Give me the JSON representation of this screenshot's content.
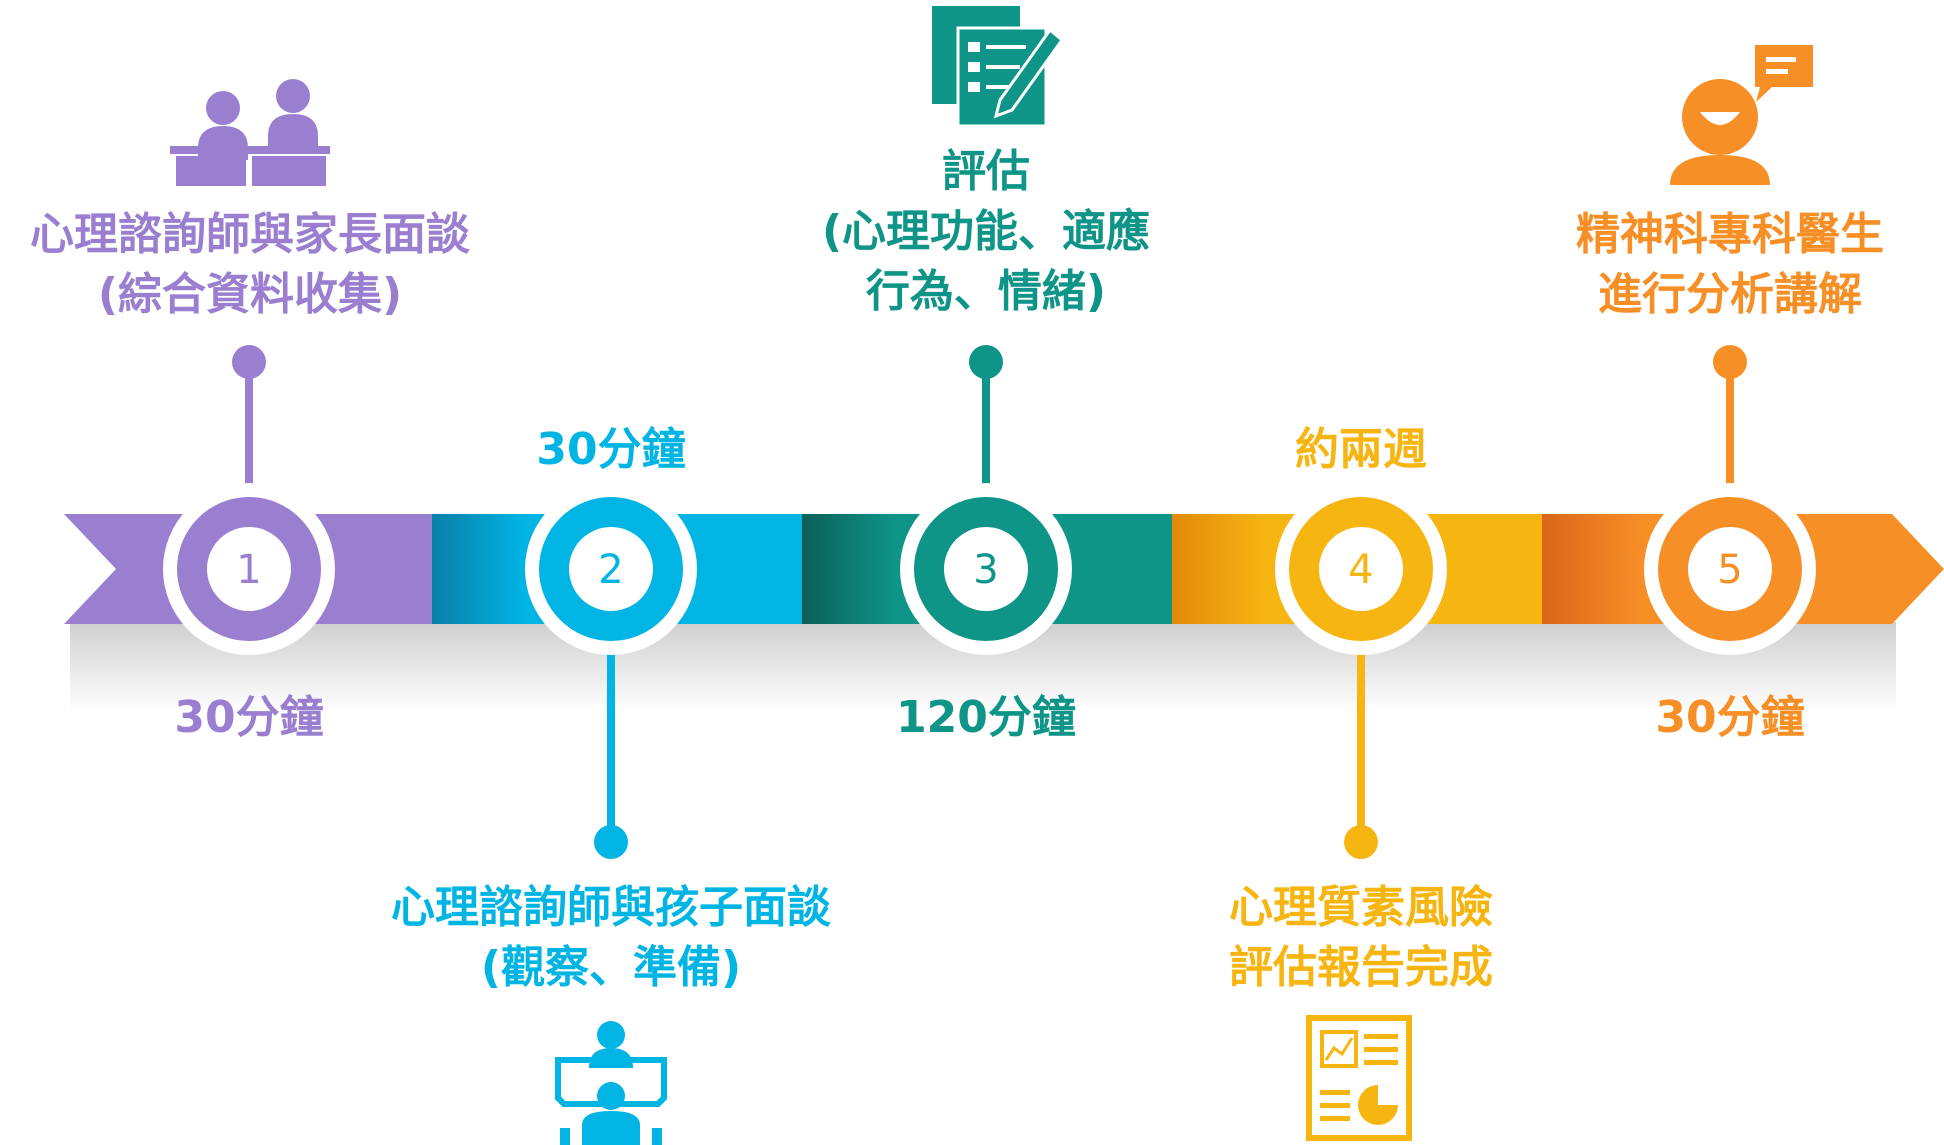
{
  "colors": {
    "purple": "#9a7fd1",
    "blue": "#00b4e4",
    "teal": "#0f9488",
    "yellow": "#f7b512",
    "orange": "#f78f27"
  },
  "steps": [
    {
      "number": "1",
      "label_line1": "心理諮詢師與家長面談",
      "label_line2": "(綜合資料收集)",
      "duration": "30分鐘",
      "icon": "meeting-icon"
    },
    {
      "number": "2",
      "label_line1": "心理諮詢師與孩子面談",
      "label_line2": "(觀察、準備)",
      "duration": "30分鐘",
      "icon": "observation-icon"
    },
    {
      "number": "3",
      "label_line1": "評估",
      "label_line2": "(心理功能、適應",
      "label_line3": "行為、情緒)",
      "duration": "120分鐘",
      "icon": "checklist-icon"
    },
    {
      "number": "4",
      "label_line1": "心理質素風險",
      "label_line2": "評估報告完成",
      "duration": "約兩週",
      "icon": "report-icon"
    },
    {
      "number": "5",
      "label_line1": "精神科專科醫生",
      "label_line2": "進行分析講解",
      "duration": "30分鐘",
      "icon": "doctor-icon"
    }
  ]
}
